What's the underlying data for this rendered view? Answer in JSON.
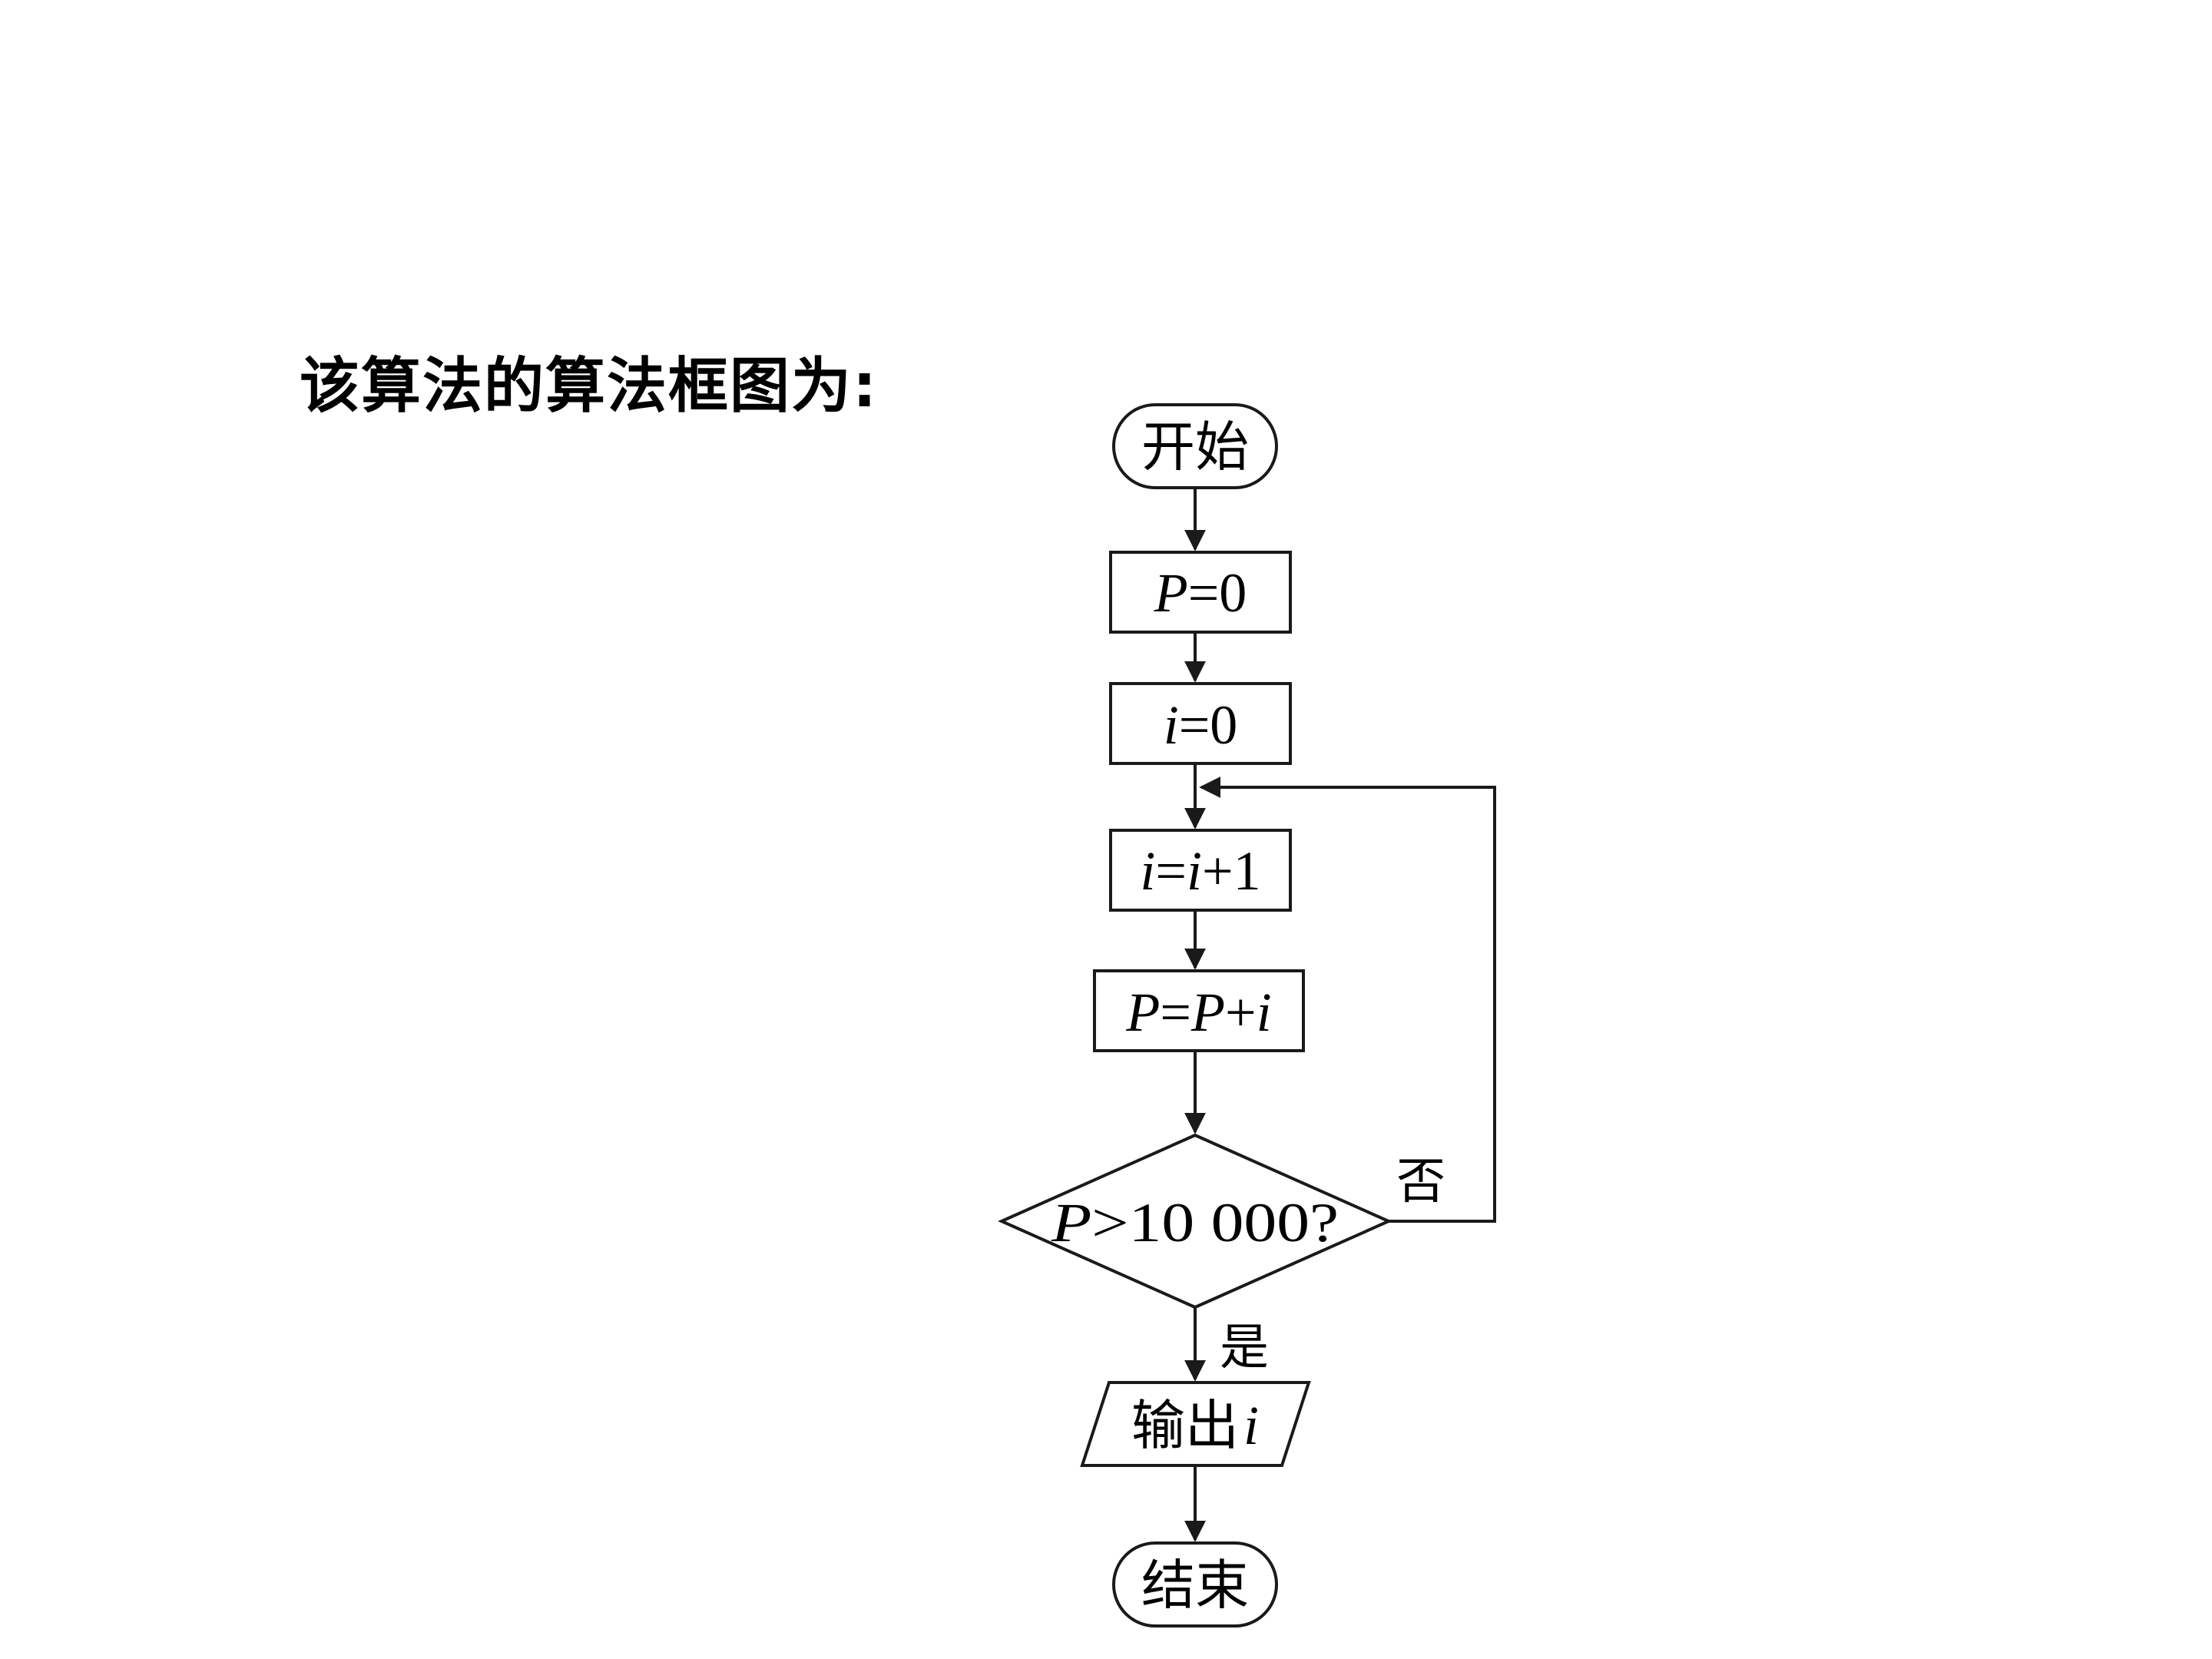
{
  "intro": "该算法的算法框图为:",
  "flowchart": {
    "start": "开始",
    "init_p": {
      "var": "P",
      "rest": "=0"
    },
    "init_i": {
      "var": "i",
      "rest": "=0"
    },
    "inc_i": {
      "v1": "i",
      "eq": "=",
      "v2": "i",
      "rest": "+1"
    },
    "sum_p": {
      "v1": "P",
      "eq": "=",
      "v2": "P",
      "plus": "+",
      "v3": "i"
    },
    "condition": {
      "var": "P",
      "rest": ">10 000?"
    },
    "no_label": "否",
    "yes_label": "是",
    "output": {
      "text": "输出",
      "var": "i"
    },
    "end": "结束"
  }
}
